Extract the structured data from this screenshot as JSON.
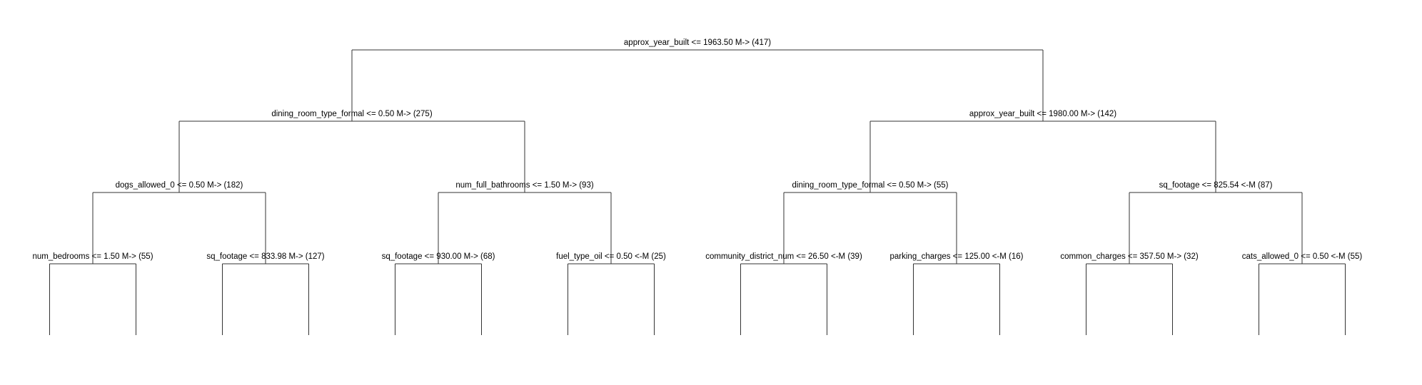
{
  "tree": {
    "line_color": "#333333",
    "text_color": "#000000",
    "levels": [
      [
        "approx_year_built <= 1963.50 M-> (417)"
      ],
      [
        "dining_room_type_formal <= 0.50 M-> (275)",
        "approx_year_built <= 1980.00 M-> (142)"
      ],
      [
        "dogs_allowed_0 <= 0.50 M-> (182)",
        "num_full_bathrooms <= 1.50 M-> (93)",
        "dining_room_type_formal <= 0.50 M-> (55)",
        "sq_footage <= 825.54 <-M (87)"
      ],
      [
        "num_bedrooms <= 1.50 M-> (55)",
        "sq_footage <= 833.98 M-> (127)",
        "sq_footage <= 930.00 M-> (68)",
        "fuel_type_oil <= 0.50 <-M (25)",
        "community_district_num <= 26.50 <-M (39)",
        "parking_charges <= 125.00 <-M (16)",
        "common_charges <= 357.50 M-> (32)",
        "cats_allowed_0 <= 0.50 <-M (55)"
      ]
    ]
  }
}
